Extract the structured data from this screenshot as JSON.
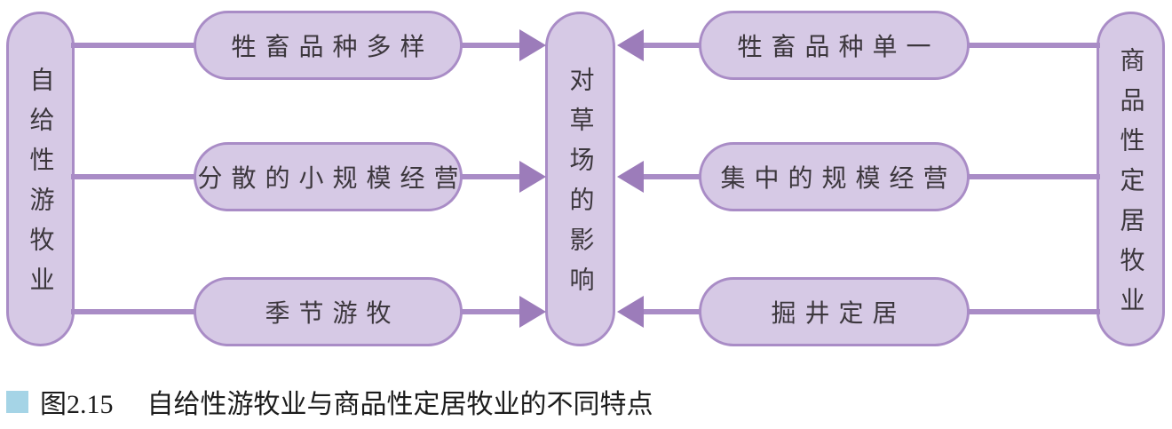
{
  "diagram": {
    "left_category": "自给性游牧业",
    "center": "对草场的影响",
    "right_category": "商品性定居牧业",
    "left_items": [
      "牲畜品种多样",
      "分散的小规模经营",
      "季节游牧"
    ],
    "right_items": [
      "牲畜品种单一",
      "集中的规模经营",
      "掘井定居"
    ]
  },
  "caption": {
    "figure_label": "图2.15",
    "title": "自给性游牧业与商品性定居牧业的不同特点"
  },
  "colors": {
    "box_fill": "#d6c9e5",
    "box_border": "#a98cc6",
    "line_color": "#a98cc6",
    "arrow_color": "#9c7cba",
    "box_text": "#3c373d",
    "caption_marker": "#a5d4e6"
  }
}
